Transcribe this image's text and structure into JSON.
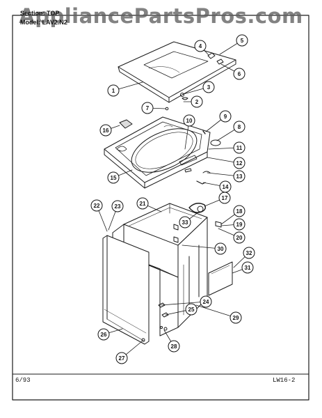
{
  "header": {
    "section_label": "Section: TOP",
    "model_label": "Model: LAV2.N2"
  },
  "watermark": "AppliancePartsPros.com",
  "footer": {
    "date": "6/93",
    "page_code": "LW16-2"
  },
  "callouts": [
    "1",
    "2",
    "3",
    "4",
    "5",
    "6",
    "7",
    "8",
    "9",
    "10",
    "11",
    "12",
    "13",
    "14",
    "15",
    "16",
    "17",
    "18",
    "19",
    "20",
    "21",
    "22",
    "23",
    "24",
    "25",
    "26",
    "27",
    "28",
    "29",
    "30",
    "31",
    "32",
    "33"
  ]
}
